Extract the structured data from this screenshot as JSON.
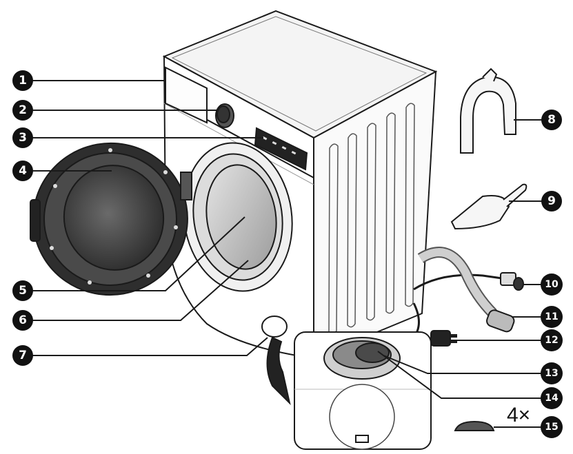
{
  "callouts": [
    {
      "number": "1"
    },
    {
      "number": "2"
    },
    {
      "number": "3"
    },
    {
      "number": "4"
    },
    {
      "number": "5"
    },
    {
      "number": "6"
    },
    {
      "number": "7"
    },
    {
      "number": "8"
    },
    {
      "number": "9"
    },
    {
      "number": "10"
    },
    {
      "number": "11"
    },
    {
      "number": "12"
    },
    {
      "number": "13"
    },
    {
      "number": "14"
    },
    {
      "number": "15"
    }
  ],
  "quantity_label": "4×",
  "colors": {
    "line": "#1a1a1a",
    "callout_fill": "#111111",
    "body": "#ffffff",
    "door_ring": "#3a3a3a"
  }
}
